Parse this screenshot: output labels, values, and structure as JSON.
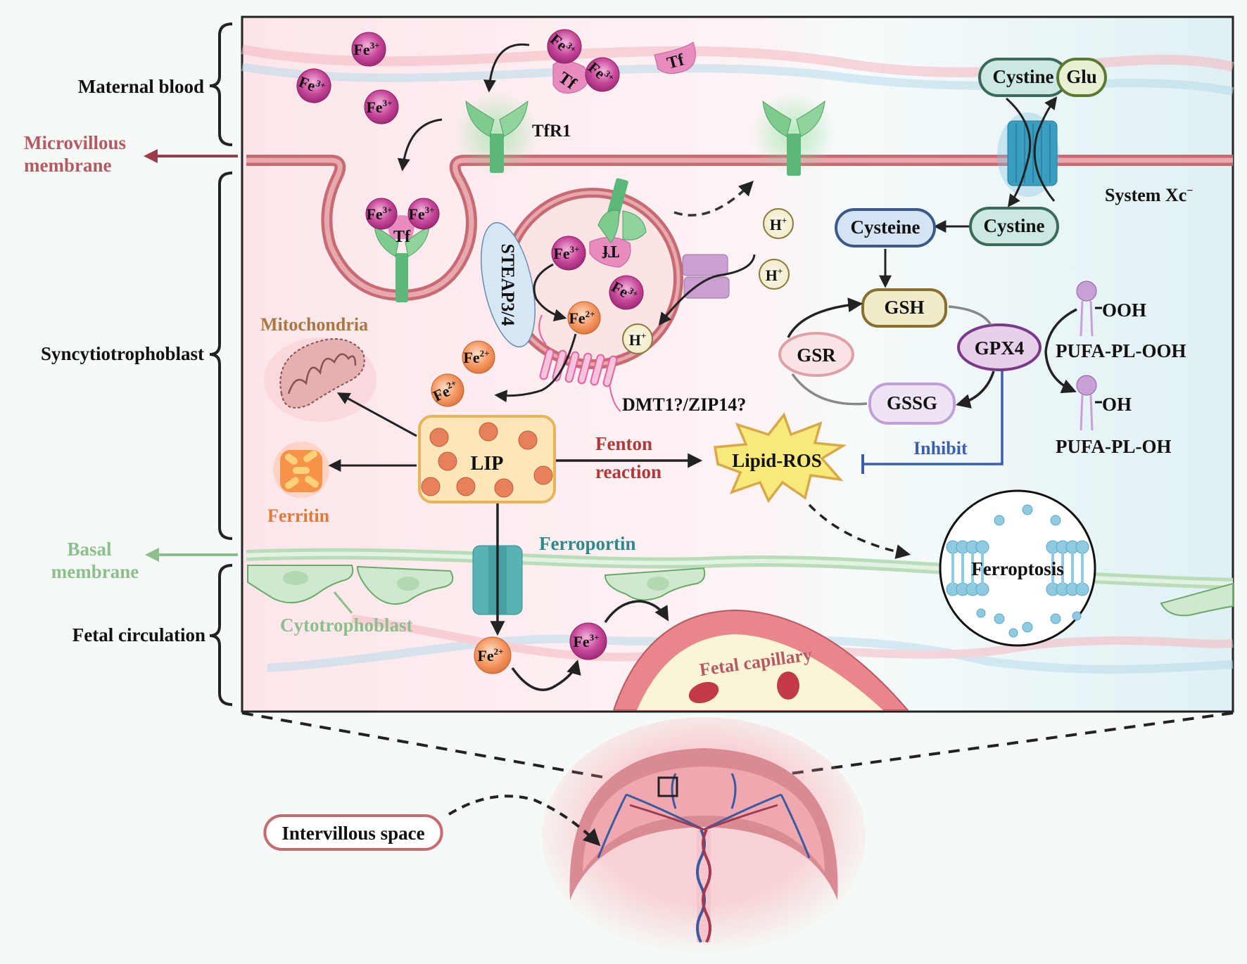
{
  "side_labels": {
    "maternal_blood": "Maternal blood",
    "microvillous_membrane": [
      "Microvillous",
      "membrane"
    ],
    "syncytiotrophoblast": "Syncytiotrophoblast",
    "basal_membrane": [
      "Basal",
      "membrane"
    ],
    "fetal_circulation": "Fetal circulation"
  },
  "ions": {
    "fe3": "Fe",
    "fe3_charge": "3+",
    "fe2": "Fe",
    "fe2_charge": "2+",
    "h": "H",
    "h_charge": "+"
  },
  "proteins": {
    "tf": "Tf",
    "tfr1": "TfR1",
    "steap": "STEAP3/4",
    "dmt1": "DMT1?/ZIP14?",
    "ferroportin": "Ferroportin",
    "system_xc": "System Xc",
    "system_xc_sup": "−"
  },
  "organelles": {
    "mitochondria": "Mitochondria",
    "ferritin": "Ferritin",
    "lip": "LIP"
  },
  "reaction": {
    "fenton": [
      "Fenton",
      "reaction"
    ],
    "lipid_ros": "Lipid-ROS",
    "inhibit": "Inhibit",
    "ferroptosis": "Ferroptosis"
  },
  "metabolites": {
    "cystine_out": "Cystine",
    "glu": "Glu",
    "cystine_in": "Cystine",
    "cysteine": "Cysteine",
    "gsh": "GSH",
    "gsr": "GSR",
    "gpx4": "GPX4",
    "gssg": "GSSG",
    "ooh": "OOH",
    "oh": "OH",
    "pufa_ooh": "PUFA-PL-OOH",
    "pufa_oh": "PUFA-PL-OH"
  },
  "lower": {
    "cytotrophoblast": "Cytotrophoblast",
    "fetal_capillary": "Fetal capillary",
    "intervillous_space": "Intervillous space"
  },
  "colors": {
    "fe3": "#b8338c",
    "fe2": "#f08a55",
    "tfr1": "#5cb87a",
    "membrane": "#c76b73",
    "microvillous_label": "#b55a64",
    "basal_label": "#8cbf8c",
    "mito_label": "#a87840",
    "ferritin_label": "#e07a3a",
    "fenton_label": "#b03a3a",
    "ferroportin_label": "#2e8a8a",
    "inhibit": "#3b5fa8",
    "cytotrophoblast_label": "#8cbf8c",
    "fetal_capillary_label": "#b55a64"
  }
}
